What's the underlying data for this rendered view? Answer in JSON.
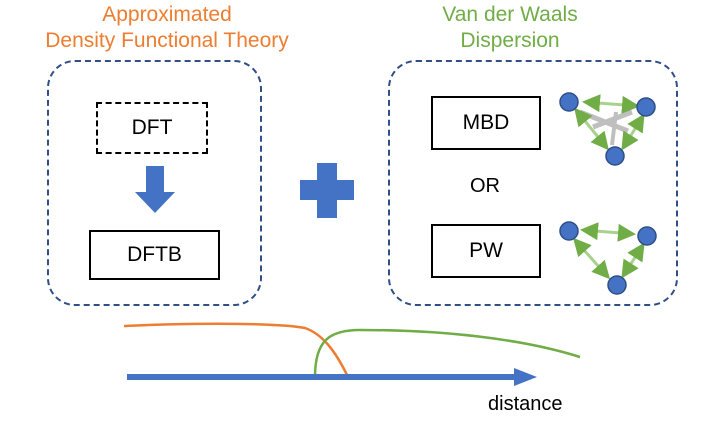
{
  "titles": {
    "left": [
      "Approximated",
      "Density Functional Theory"
    ],
    "right": [
      "Van der Waals",
      "Dispersion"
    ]
  },
  "boxes": {
    "dft": "DFT",
    "dftb": "DFTB",
    "mbd": "MBD",
    "or": "OR",
    "pw": "PW"
  },
  "axis": {
    "label": "distance"
  },
  "colors": {
    "orange": "#ed7d31",
    "green": "#70ad47",
    "blue": "#4472c4",
    "navy": "#2f4f86",
    "node_light_green": "#a9d18e",
    "gray": "#bfbfbf"
  }
}
